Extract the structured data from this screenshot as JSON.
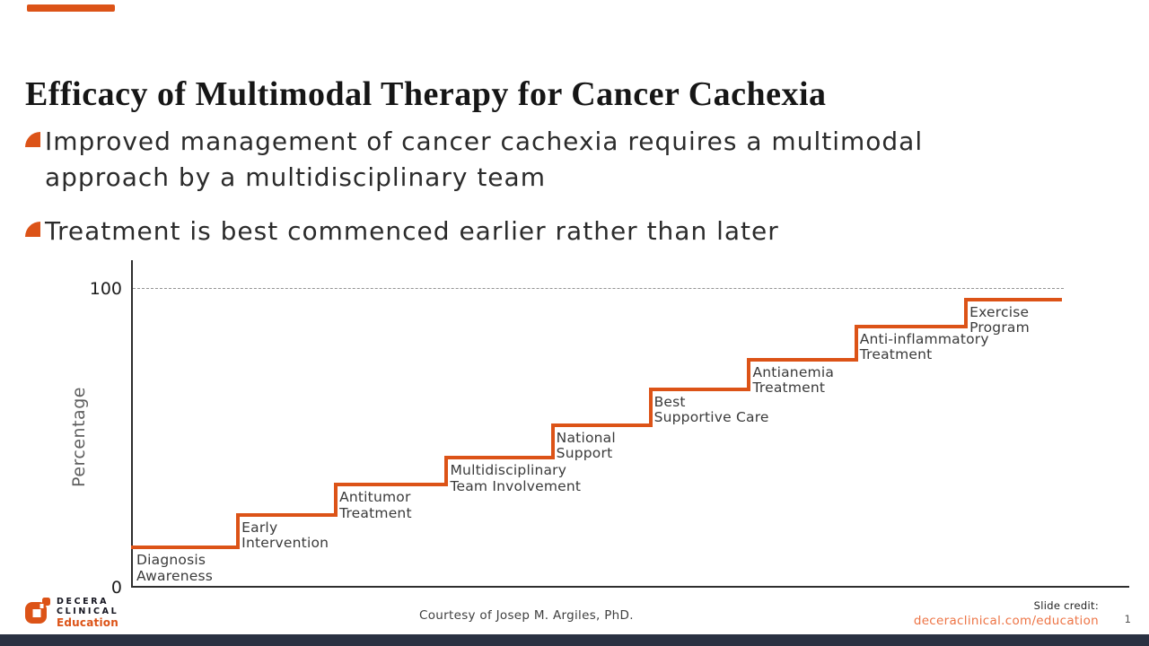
{
  "accent": {
    "orange": "#DC5317",
    "link_orange": "#ED7445",
    "navy": "#2A3142"
  },
  "header": {
    "title": "Efficacy of Multimodal Therapy for Cancer Cachexia"
  },
  "bullets": [
    {
      "text": "Improved management of cancer cachexia requires a multimodal approach by a multidisciplinary team"
    },
    {
      "text": "Treatment is best commenced earlier rather than later"
    }
  ],
  "chart_data": {
    "type": "line",
    "subtype": "step",
    "ylabel": "Percentage",
    "ylim": [
      0,
      100
    ],
    "yticks": [
      0,
      100
    ],
    "gridline_at": 100,
    "line_color": "#DC5317",
    "steps": [
      {
        "label": "Diagnosis\nAwareness",
        "value": 14,
        "x_start_pct": 0.0,
        "x_end_pct": 11.3
      },
      {
        "label": "Early\nIntervention",
        "value": 25,
        "x_start_pct": 11.3,
        "x_end_pct": 21.8
      },
      {
        "label": "Antitumor\nTreatment",
        "value": 35,
        "x_start_pct": 21.8,
        "x_end_pct": 33.7
      },
      {
        "label": "Multidisciplinary\nTeam Involvement",
        "value": 44,
        "x_start_pct": 33.7,
        "x_end_pct": 45.1
      },
      {
        "label": "National\nSupport",
        "value": 55,
        "x_start_pct": 45.1,
        "x_end_pct": 55.6
      },
      {
        "label": "Best\nSupportive Care",
        "value": 67,
        "x_start_pct": 55.6,
        "x_end_pct": 66.2
      },
      {
        "label": "Antianemia\nTreatment",
        "value": 77,
        "x_start_pct": 66.2,
        "x_end_pct": 77.7
      },
      {
        "label": "Anti-inflammatory\nTreatment",
        "value": 88,
        "x_start_pct": 77.7,
        "x_end_pct": 89.5
      },
      {
        "label": "Exercise\nProgram",
        "value": 97,
        "x_start_pct": 89.5,
        "x_end_pct": 100.0
      }
    ]
  },
  "footer": {
    "courtesy": "Courtesy of Josep M. Argiles, PhD.",
    "slide_credit_label": "Slide credit:",
    "slide_credit_link": "deceraclinical.com/education",
    "page_number": "1",
    "logo_line1": "DECERA",
    "logo_line2": "CLINICAL",
    "logo_line3": "Education"
  }
}
